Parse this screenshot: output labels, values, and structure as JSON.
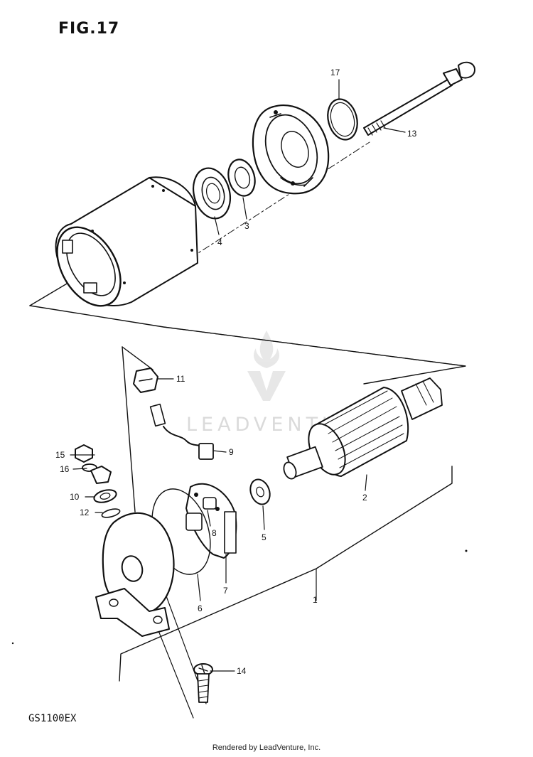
{
  "figure": {
    "title": "FIG.17",
    "model": "GS1100EX"
  },
  "footer": {
    "text": "Rendered by LeadVenture, Inc."
  },
  "watermark": {
    "text": "LEADVENTURE"
  },
  "diagram": {
    "kind": "exploded parts diagram",
    "part_labels": [
      "1",
      "2",
      "3",
      "4",
      "5",
      "6",
      "7",
      "8",
      "9",
      "10",
      "11",
      "12",
      "13",
      "14",
      "15",
      "16",
      "17"
    ]
  },
  "colors": {
    "ink": "#111111",
    "paper": "#ffffff",
    "watermark": "#bdbdbd"
  }
}
